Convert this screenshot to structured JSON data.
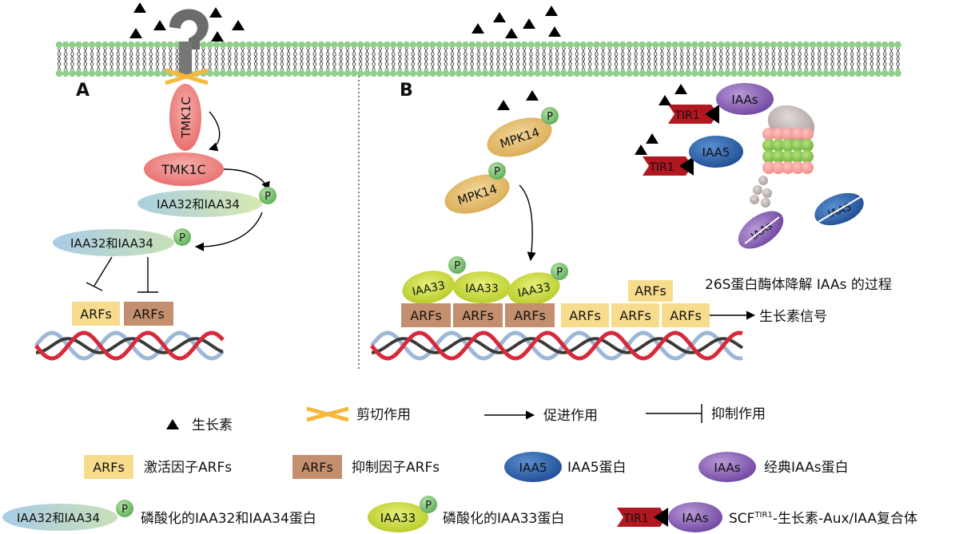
{
  "panels": {
    "a": "A",
    "b": "B"
  },
  "panel_a": {
    "tmk1c_membrane": "TMK1C",
    "tmk1c_free": "TMK1C",
    "iaa32_34_top": "IAA32和IAA34",
    "iaa32_34_bottom": "IAA32和IAA34",
    "phospho": "P",
    "arfs": [
      "ARFs",
      "ARFs"
    ]
  },
  "panel_b": {
    "mpk14_top": "MPK14",
    "mpk14_bottom": "MPK14",
    "phospho": "P",
    "iaa33": [
      "IAA33",
      "IAA33",
      "IAA33"
    ],
    "arfs_repress": [
      "ARFs",
      "ARFs",
      "ARFs"
    ],
    "arfs_activate": [
      "ARFs",
      "ARFs",
      "ARFs",
      "ARFs"
    ],
    "tir1": [
      "TIR1",
      "TIR1"
    ],
    "iaas": "IAAs",
    "iaa5": "IAA5",
    "degraded": [
      "IAA5",
      "IAAs"
    ],
    "proteasome_caption": "26S蛋白酶体降解 IAAs 的过程",
    "signal_caption": "生长素信号"
  },
  "legend": {
    "row1": {
      "auxin": "生长素",
      "cleavage": "剪切作用",
      "promote": "促进作用",
      "inhibit": "抑制作用"
    },
    "row2": {
      "arfs_act_chip": "ARFs",
      "arfs_act_text": "激活因子ARFs",
      "arfs_rep_chip": "ARFs",
      "arfs_rep_text": "抑制因子ARFs",
      "iaa5_chip": "IAA5",
      "iaa5_text": "IAA5蛋白",
      "iaas_chip": "IAAs",
      "iaas_text": "经典IAAs蛋白"
    },
    "row3": {
      "iaa32_chip": "IAA32和IAA34",
      "p": "P",
      "iaa32_text": "磷酸化的IAA32和IAA34蛋白",
      "iaa33_chip": "IAA33",
      "iaa33_text": "磷酸化的IAA33蛋白",
      "tir1_chip": "TIR1",
      "iaas_chip": "IAAs",
      "scf_prefix": "SCF",
      "scf_sup": "TIR1",
      "scf_suffix": "-生长素-Aux/IAA复合体"
    }
  },
  "colors": {
    "membrane": "#8fcf8a",
    "arfs_activator": "#f8dc8e",
    "arfs_repressor": "#c48f6e",
    "tmk1c": "#ee8a8a",
    "mpk14": "#e6c173",
    "iaa33": "#cfe04a",
    "iaa5": "#2d62ae",
    "iaas": "#8a62b3",
    "tir1": "#b0171e",
    "phospho": "#7cc476",
    "cleavage": "#f5b83c",
    "dna_red": "#d62a3a",
    "dna_blue": "#9db7d9",
    "dna_dark": "#3a3a3a"
  }
}
